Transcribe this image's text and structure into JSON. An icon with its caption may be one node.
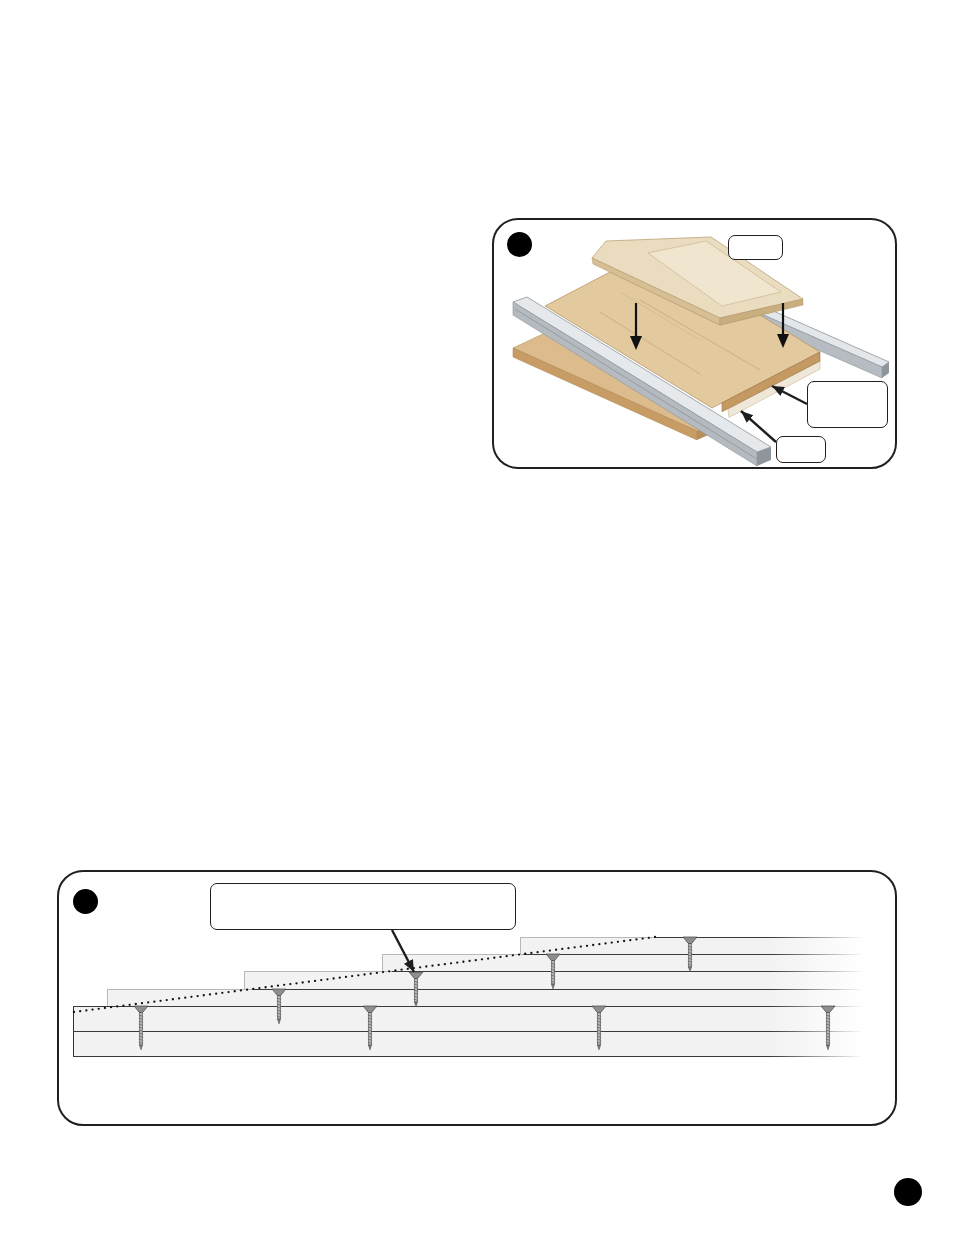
{
  "diagram": {
    "nodes": [
      {
        "text": [],
        "shape": "box"
      },
      {
        "text": [],
        "shape": "box",
        "in": 0
      },
      {
        "text": [],
        "shape": "box",
        "in": 0
      },
      {
        "text": [],
        "shape": "picture",
        "in": 0
      },
      {
        "text": [],
        "shape": "box",
        "in": 0
      },
      {
        "text": [],
        "shape": "picture",
        "in": 0
      },
      {
        "text": [],
        "shape": "box"
      },
      {
        "text": [],
        "shape": "box",
        "in": 6
      },
      {
        "text": [],
        "shape": "picture",
        "in": 6
      }
    ],
    "edges": [
      {
        "from": 2,
        "to": 3,
        "arrow": "to"
      },
      {
        "from": 4,
        "to": 5,
        "arrow": "to"
      },
      {
        "from": 7,
        "to": 8,
        "arrow": "to"
      }
    ]
  }
}
